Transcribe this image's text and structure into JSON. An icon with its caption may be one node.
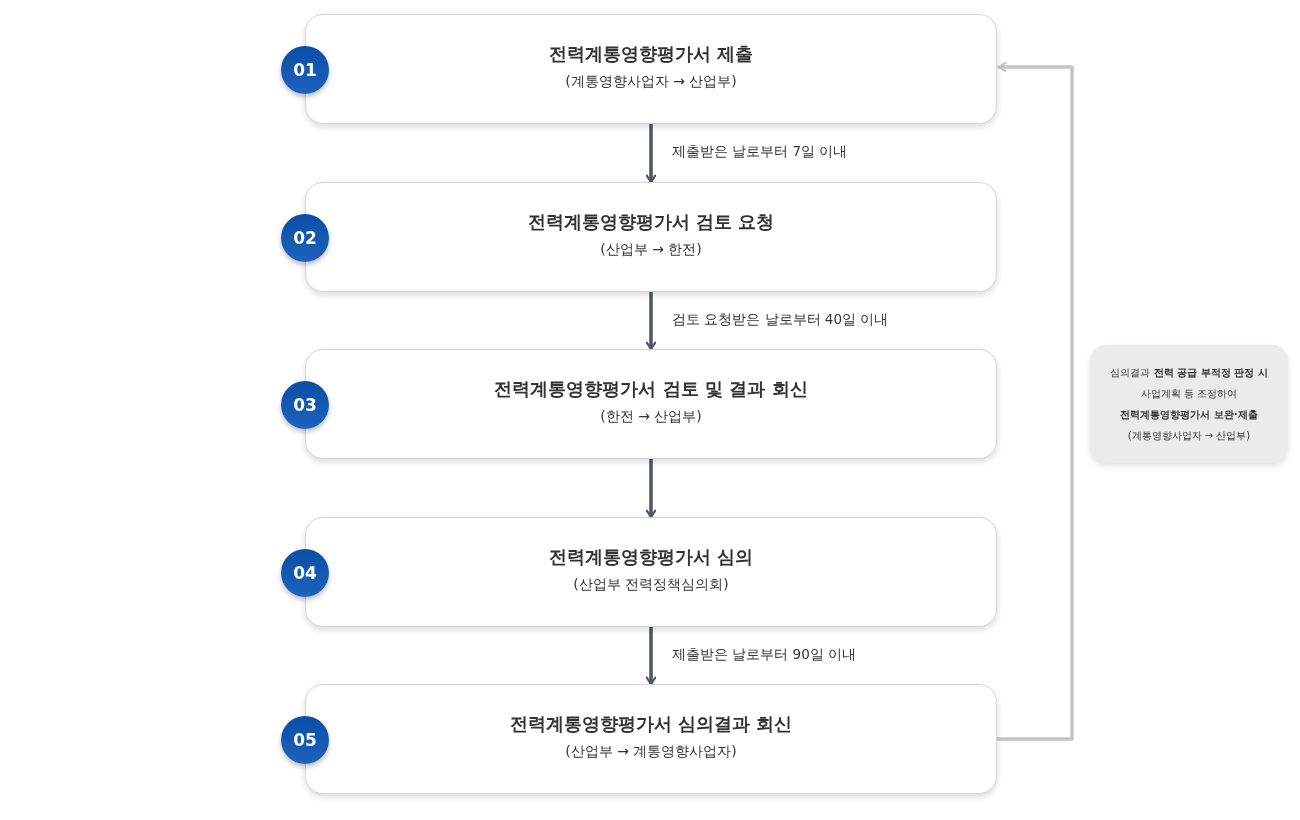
{
  "diagram": {
    "nodes": [
      {
        "text": [
          "전력계통영향평가서 제출",
          "(계통영향사업자 → 산업부)"
        ]
      },
      {
        "text": [
          "전력계통영향평가서 검토 요청",
          "(산업부 → 한전)"
        ]
      },
      {
        "text": [
          "전력계통영향평가서 검토 및 결과 회신",
          "(한전 → 산업부)"
        ]
      },
      {
        "text": [
          "전력계통영향평가서 심의",
          "(산업부 전력정책심의회)"
        ]
      },
      {
        "text": [
          "전력계통영향평가서 심의결과 회신",
          "(산업부 → 계통영향사업자)"
        ]
      },
      {
        "text": [
          "01"
        ]
      },
      {
        "text": [
          "02"
        ]
      },
      {
        "text": [
          "03"
        ]
      },
      {
        "text": [
          "04"
        ]
      },
      {
        "text": [
          "05"
        ]
      },
      {
        "text": [
          "심의결과 **전력 공급 부적정 판정 시** 사업계획 등 조정하여 **전력계통영향평가서 보완·제출** (계통영향사업자 → 산업부)"
        ]
      }
    ],
    "edges": [
      {
        "from": 0,
        "to": 1,
        "arrow": "to",
        "label": "제출받은 날로부터 7일 이내"
      },
      {
        "from": 1,
        "to": 2,
        "arrow": "to",
        "label": "검토 요청받은 날로부터 40일 이내"
      },
      {
        "from": 2,
        "to": 3,
        "arrow": "to"
      },
      {
        "from": 3,
        "to": 4,
        "arrow": "to",
        "label": "제출받은 날로부터 90일 이내"
      },
      {
        "from": 4,
        "to": 0,
        "arrow": "to",
        "color": "#c4c4c4"
      }
    ]
  }
}
